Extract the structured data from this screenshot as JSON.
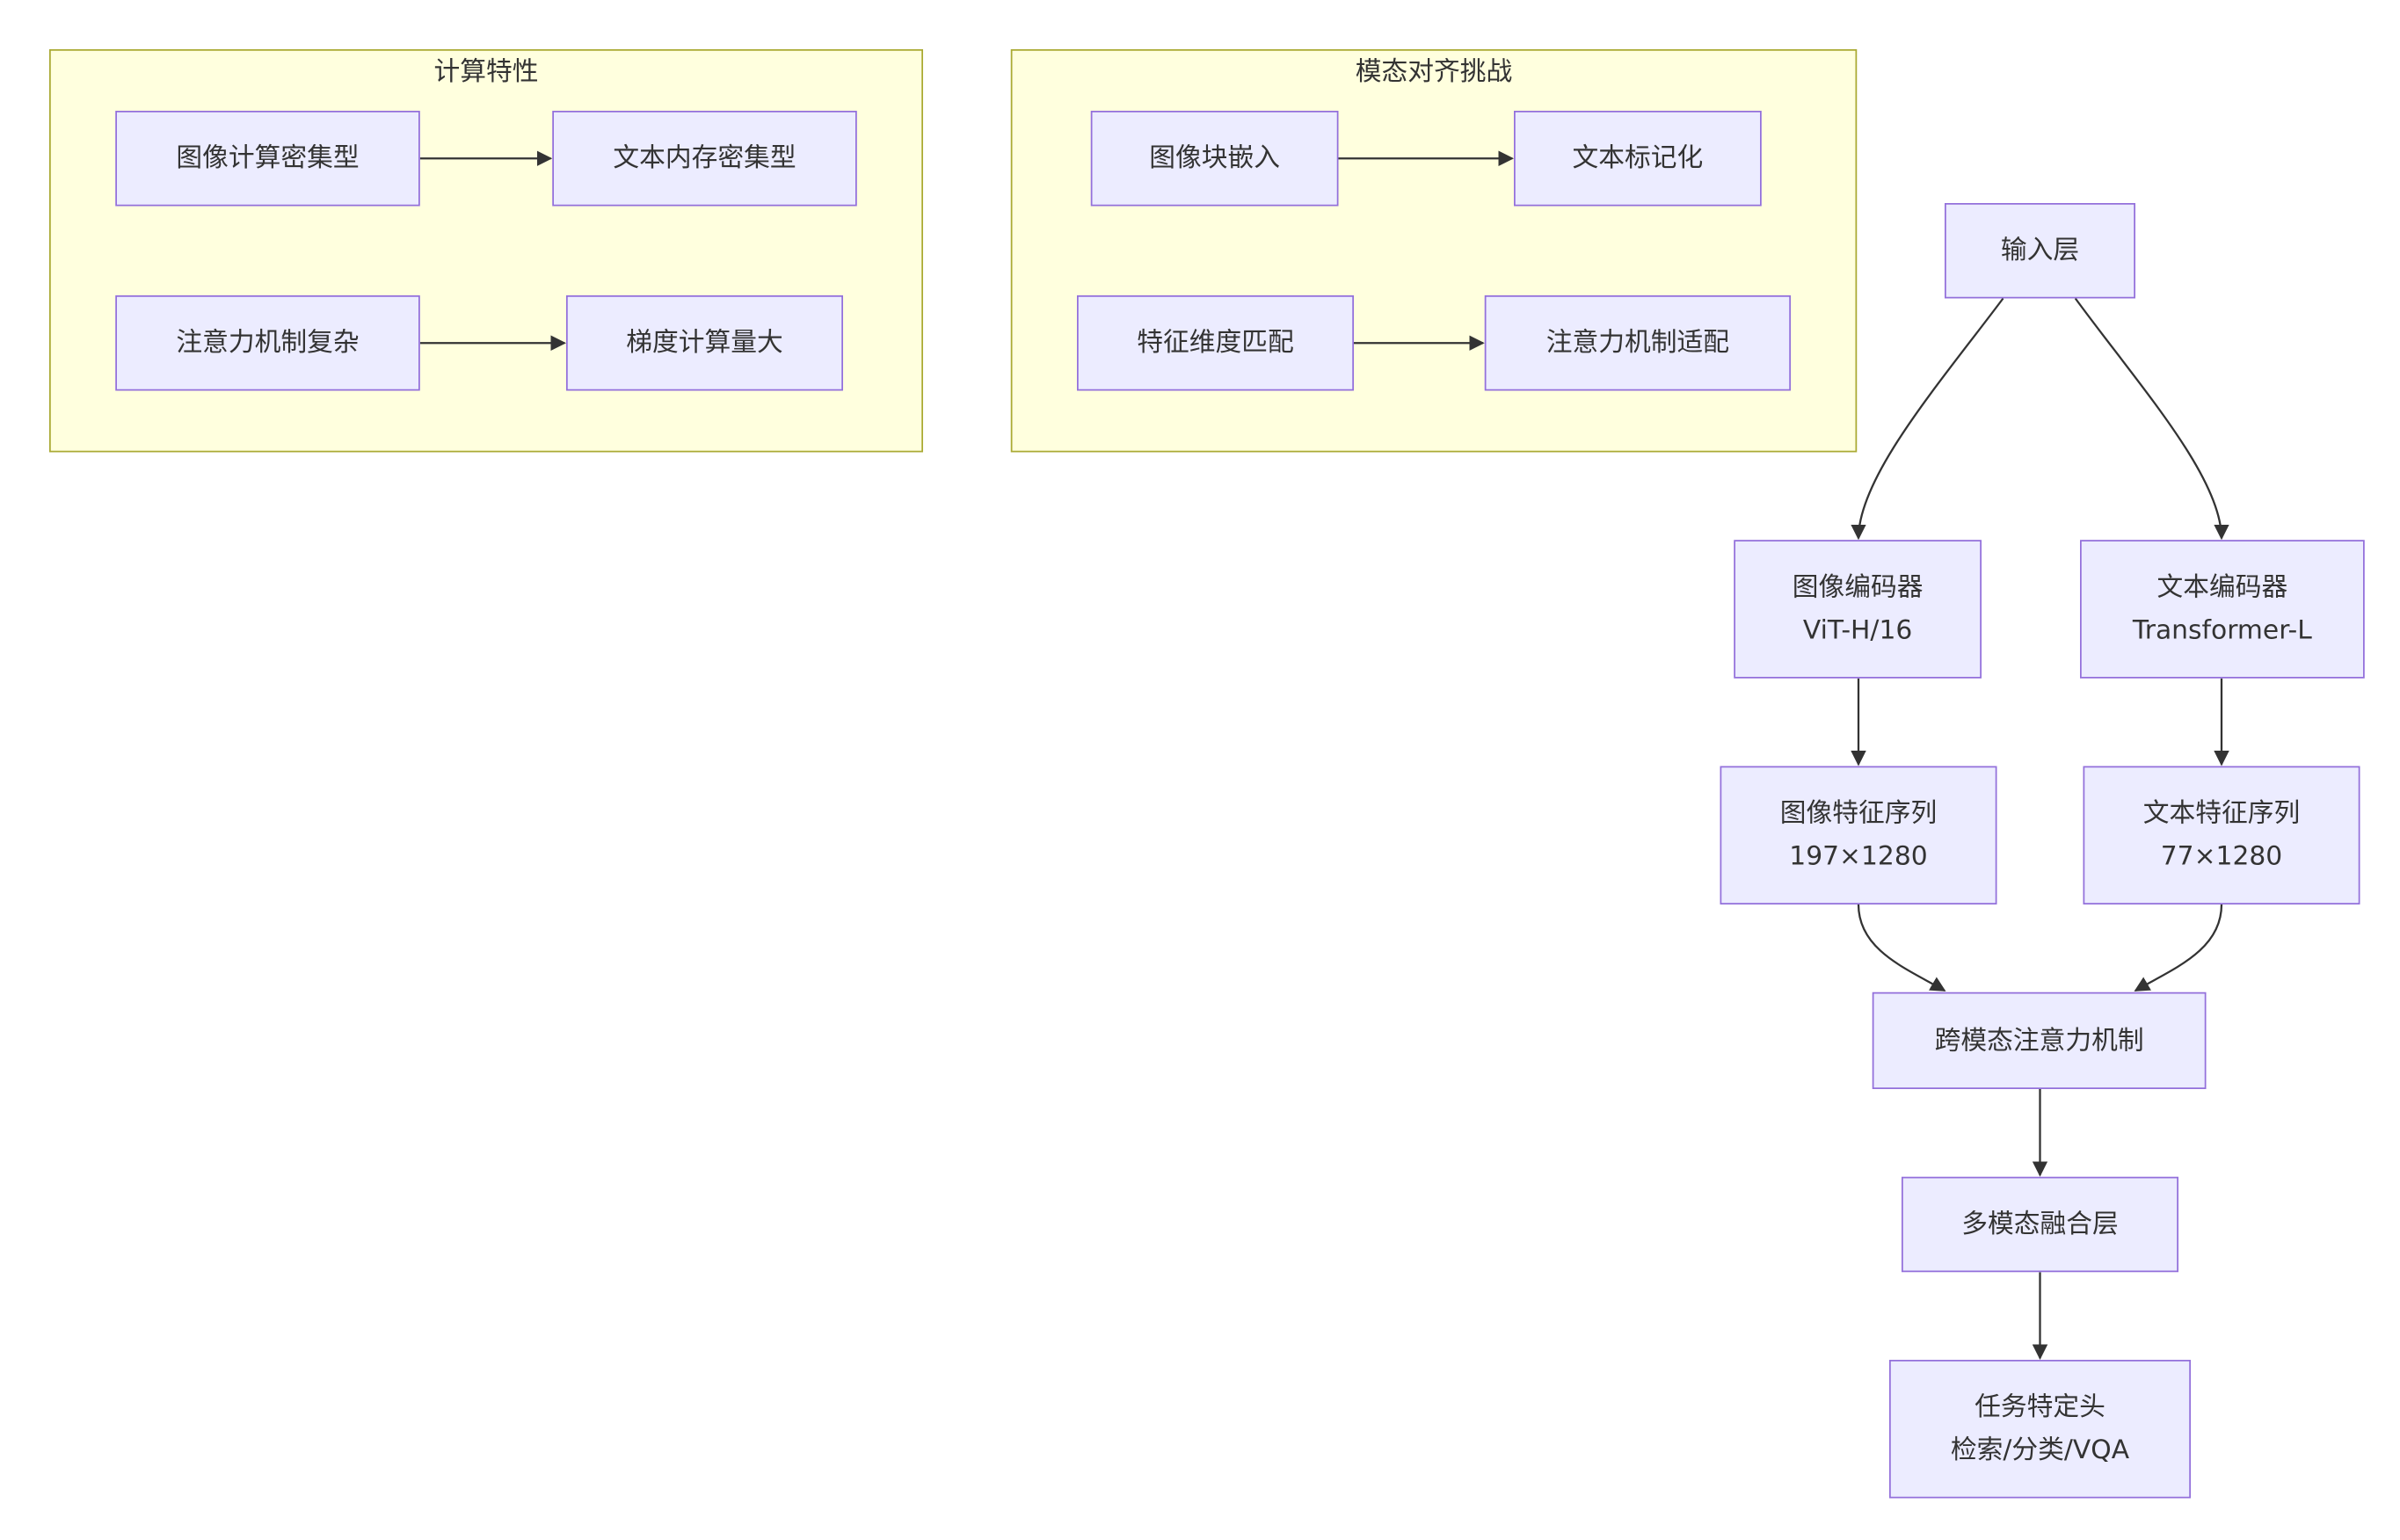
{
  "clusters": {
    "compute": {
      "title": "计算特性"
    },
    "alignment": {
      "title": "模态对齐挑战"
    }
  },
  "nodes": {
    "img_compute": "图像计算密集型",
    "txt_memory": "文本内存密集型",
    "attn_complex": "注意力机制复杂",
    "grad_large": "梯度计算量大",
    "patch_embed": "图像块嵌入",
    "tokenize": "文本标记化",
    "feat_dim": "特征维度匹配",
    "attn_adapt": "注意力机制适配",
    "input": "输入层",
    "img_encoder": {
      "line1": "图像编码器",
      "line2": "ViT-H/16"
    },
    "txt_encoder": {
      "line1": "文本编码器",
      "line2": "Transformer-L"
    },
    "img_feat": {
      "line1": "图像特征序列",
      "line2": "197×1280"
    },
    "txt_feat": {
      "line1": "文本特征序列",
      "line2": "77×1280"
    },
    "cross_attn": "跨模态注意力机制",
    "fusion": "多模态融合层",
    "task_head": {
      "line1": "任务特定头",
      "line2": "检索/分类/VQA"
    }
  },
  "edges": [
    {
      "from": "图像计算密集型",
      "to": "文本内存密集型"
    },
    {
      "from": "注意力机制复杂",
      "to": "梯度计算量大"
    },
    {
      "from": "图像块嵌入",
      "to": "文本标记化"
    },
    {
      "from": "特征维度匹配",
      "to": "注意力机制适配"
    },
    {
      "from": "输入层",
      "to": "图像编码器"
    },
    {
      "from": "输入层",
      "to": "文本编码器"
    },
    {
      "from": "图像编码器",
      "to": "图像特征序列"
    },
    {
      "from": "文本编码器",
      "to": "文本特征序列"
    },
    {
      "from": "图像特征序列",
      "to": "跨模态注意力机制"
    },
    {
      "from": "文本特征序列",
      "to": "跨模态注意力机制"
    },
    {
      "from": "跨模态注意力机制",
      "to": "多模态融合层"
    },
    {
      "from": "多模态融合层",
      "to": "任务特定头"
    }
  ]
}
